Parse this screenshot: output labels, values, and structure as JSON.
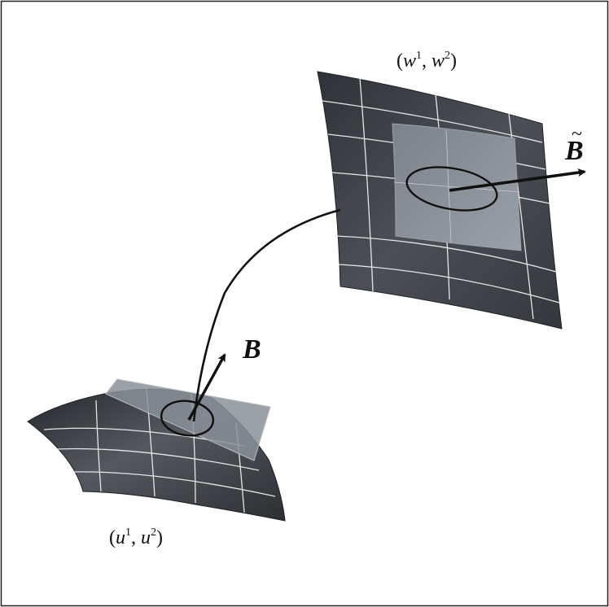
{
  "figure": {
    "labels": {
      "w_coords": {
        "open": "(",
        "w1": "w",
        "sup1": "1",
        "comma": ", ",
        "w2": "w",
        "sup2": "2",
        "close": ")"
      },
      "u_coords": {
        "open": "(",
        "u1": "u",
        "sup1": "1",
        "comma": ", ",
        "u2": "u",
        "sup2": "2",
        "close": ")"
      },
      "vector_b": "B",
      "vector_b_tilde": "B",
      "tilde": "~"
    },
    "colors": {
      "surface_dark": "#3a3d42",
      "surface_light": "#5a5e64",
      "grid_line": "#e8e8e8",
      "tangent_plane": "#8d939b",
      "ink": "#111111",
      "frame": "#222222"
    }
  }
}
